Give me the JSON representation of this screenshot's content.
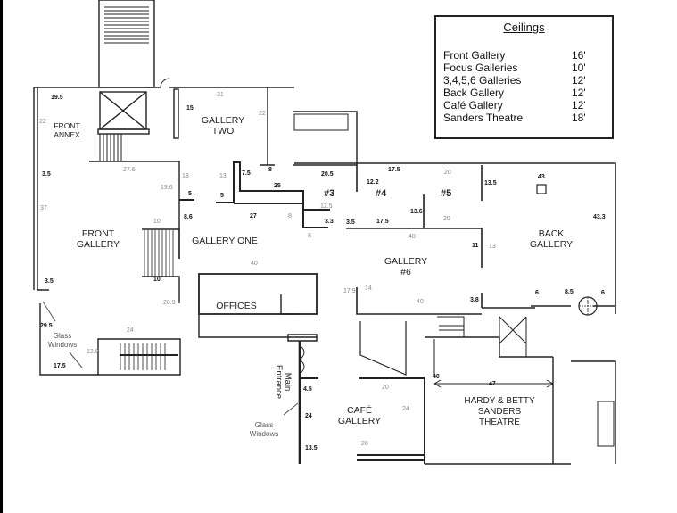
{
  "ceilings": {
    "title": "Ceilings",
    "rows": [
      {
        "name": "Front Gallery",
        "value": "16'"
      },
      {
        "name": "Focus Galleries",
        "value": "10'"
      },
      {
        "name": "3,4,5,6 Galleries",
        "value": "12'"
      },
      {
        "name": "Back Gallery",
        "value": "12'"
      },
      {
        "name": "Café Gallery",
        "value": "12'"
      },
      {
        "name": "Sanders Theatre",
        "value": "18'"
      }
    ]
  },
  "rooms": {
    "front_annex": "FRONT\nANNEX",
    "gallery_two": "GALLERY\nTWO",
    "front_gallery": "FRONT\nGALLERY",
    "gallery_one": "GALLERY ONE",
    "offices": "OFFICES",
    "g3": "#3",
    "g4": "#4",
    "g5": "#5",
    "gallery_six": "GALLERY\n#6",
    "back_gallery": "BACK\nGALLERY",
    "cafe_gallery": "CAFÉ\nGALLERY",
    "theatre": "HARDY & BETTY\nSANDERS\nTHEATRE",
    "main_entrance": "Main\nEntrance"
  },
  "notes": {
    "glass_windows_left": "Glass\nWindows",
    "glass_windows_right": "Glass\nWindows"
  },
  "dims": [
    "19.5",
    "15",
    "31",
    "22",
    "22",
    "3.5",
    "27.6",
    "13",
    "19.6",
    "5",
    "5",
    "13",
    "7.5",
    "8",
    "25",
    "20.5",
    "17.5",
    "20",
    "12.2",
    "13.5",
    "43",
    "12.5",
    "37",
    "8.6",
    "27",
    "8",
    "3.3",
    "3.5",
    "17.5",
    "13.6",
    "20",
    "43.3",
    "10",
    "8",
    "40",
    "40",
    "11",
    "13",
    "3.5",
    "10",
    "20.9",
    "17.9",
    "14",
    "40",
    "3.8",
    "6",
    "8.5",
    "6",
    "29.5",
    "24",
    "12.9",
    "17.5",
    "40",
    "47",
    "4.5",
    "20",
    "24",
    "24",
    "13.5",
    "20"
  ]
}
